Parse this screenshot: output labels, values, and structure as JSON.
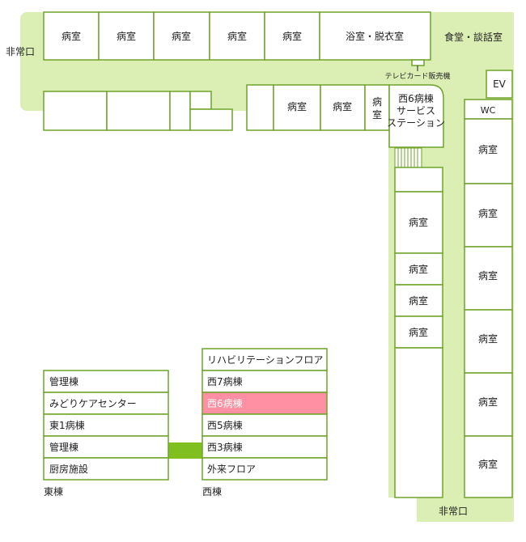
{
  "colors": {
    "corridor": "#dbeeb3",
    "wall": "#6fa32a",
    "room": "#ffffff",
    "connector": "#7fbf1f",
    "highlight": "#ff8fa3",
    "text": "#222222"
  },
  "floor": {
    "top_rooms": [
      "病室",
      "病室",
      "病室",
      "病室",
      "病室"
    ],
    "bath": "浴室・脱衣室",
    "dining": "食堂・談話室",
    "exit_left": "非常口",
    "exit_bottom": "非常口",
    "telecard": "テレビカード販売機",
    "ev": "EV",
    "wc": "WC",
    "mid_rooms": [
      "病室",
      "病室"
    ],
    "narrow_room_line1": "病",
    "narrow_room_line2": "室",
    "station_line1": "西6病棟",
    "station_line2": "サービス",
    "station_line3": "ステーション",
    "center_column_rooms": [
      "病室",
      "病室",
      "病室",
      "病室"
    ],
    "right_column_rooms": [
      "病室",
      "病室",
      "病室",
      "病室",
      "病室",
      "病室"
    ]
  },
  "legend": {
    "east_label": "東棟",
    "west_label": "西棟",
    "east": [
      "管理棟",
      "みどりケアセンター",
      "東1病棟",
      "管理棟",
      "厨房施設"
    ],
    "west": [
      "リハビリテーションフロア",
      "西7病棟",
      "西6病棟",
      "西5病棟",
      "西3病棟",
      "外来フロア"
    ],
    "current": "西6病棟"
  }
}
